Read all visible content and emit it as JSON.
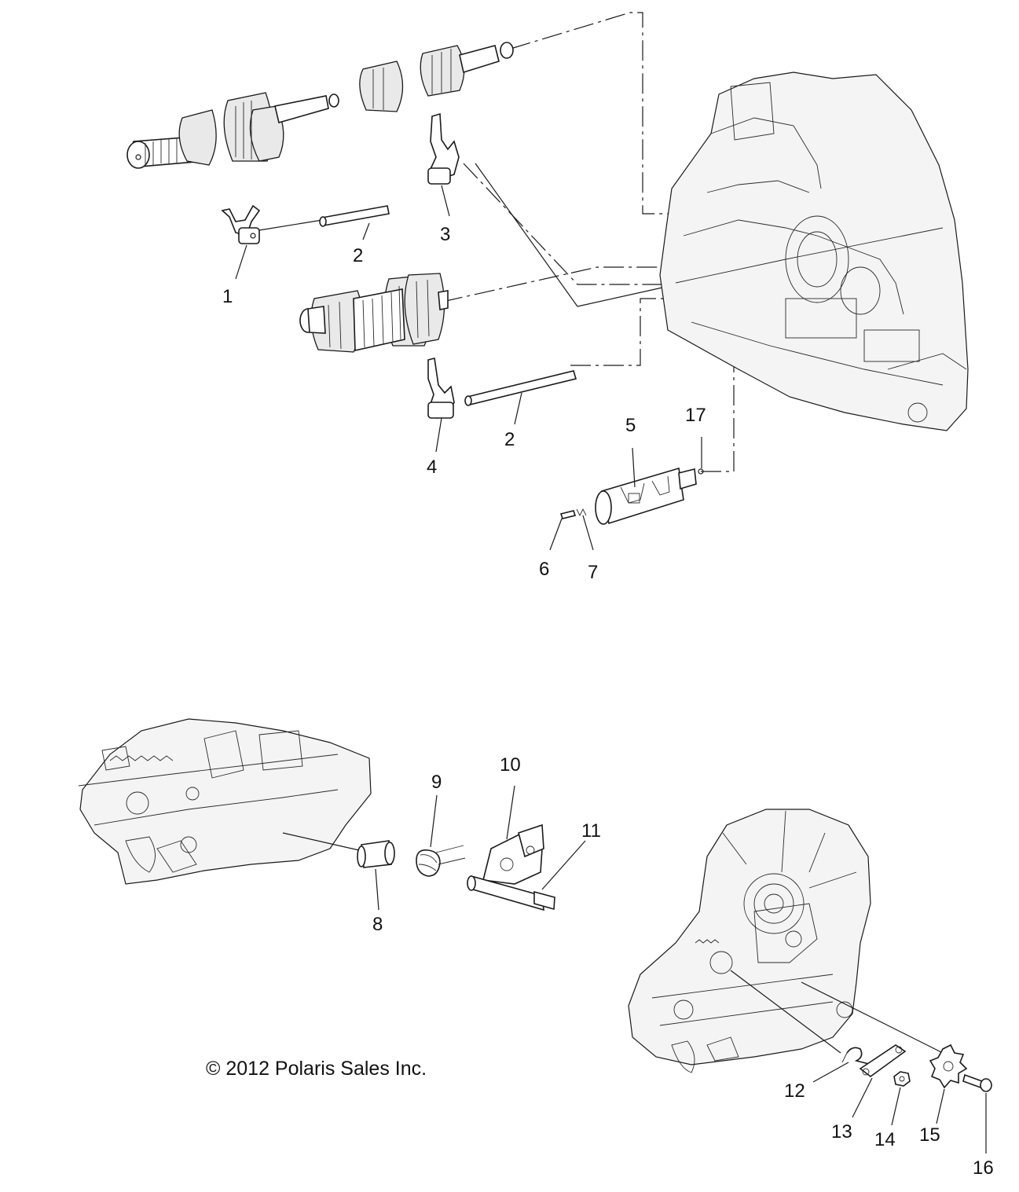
{
  "callouts": {
    "c1": "1",
    "c2a": "2",
    "c2b": "2",
    "c3": "3",
    "c4": "4",
    "c5": "5",
    "c6": "6",
    "c7": "7",
    "c8": "8",
    "c9": "9",
    "c10": "10",
    "c11": "11",
    "c12": "12",
    "c13": "13",
    "c14": "14",
    "c15": "15",
    "c16": "16",
    "c17": "17"
  },
  "copyright": "© 2012 Polaris Sales Inc."
}
